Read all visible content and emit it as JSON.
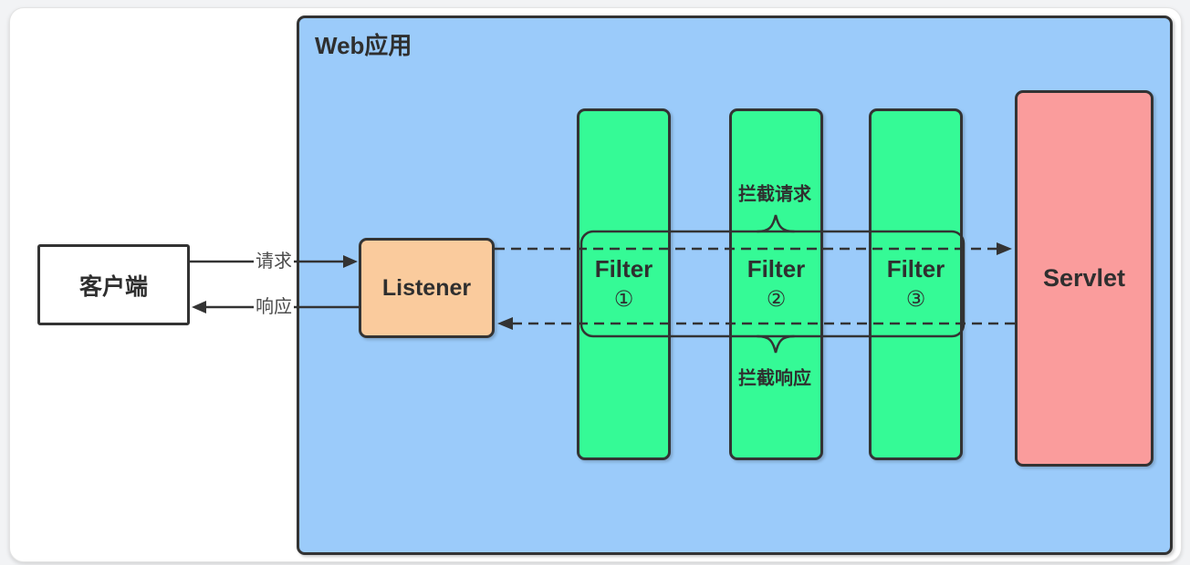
{
  "diagram": {
    "title": "Web应用",
    "client": {
      "label": "客户端"
    },
    "listener": {
      "label": "Listener"
    },
    "filters": [
      {
        "label": "Filter",
        "number": "①"
      },
      {
        "label": "Filter",
        "number": "②"
      },
      {
        "label": "Filter",
        "number": "③"
      }
    ],
    "servlet": {
      "label": "Servlet"
    },
    "flow_labels": {
      "request": "请求",
      "response": "响应",
      "intercept_request": "拦截请求",
      "intercept_response": "拦截响应"
    },
    "colors": {
      "container_fill": "#9BCBFA",
      "filter_fill": "#35FA96",
      "listener_fill": "#FACB9D",
      "servlet_fill": "#FA9C9C",
      "stroke": "#333333"
    }
  }
}
